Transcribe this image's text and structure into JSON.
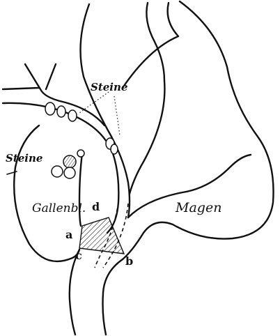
{
  "labels": {
    "steine_top": "Steine",
    "steine_left": "Steine",
    "gallenblase": "Gallenbl.",
    "magen": "Magen",
    "point_a": "a",
    "point_b": "b",
    "point_c": "c",
    "point_d": "d"
  }
}
